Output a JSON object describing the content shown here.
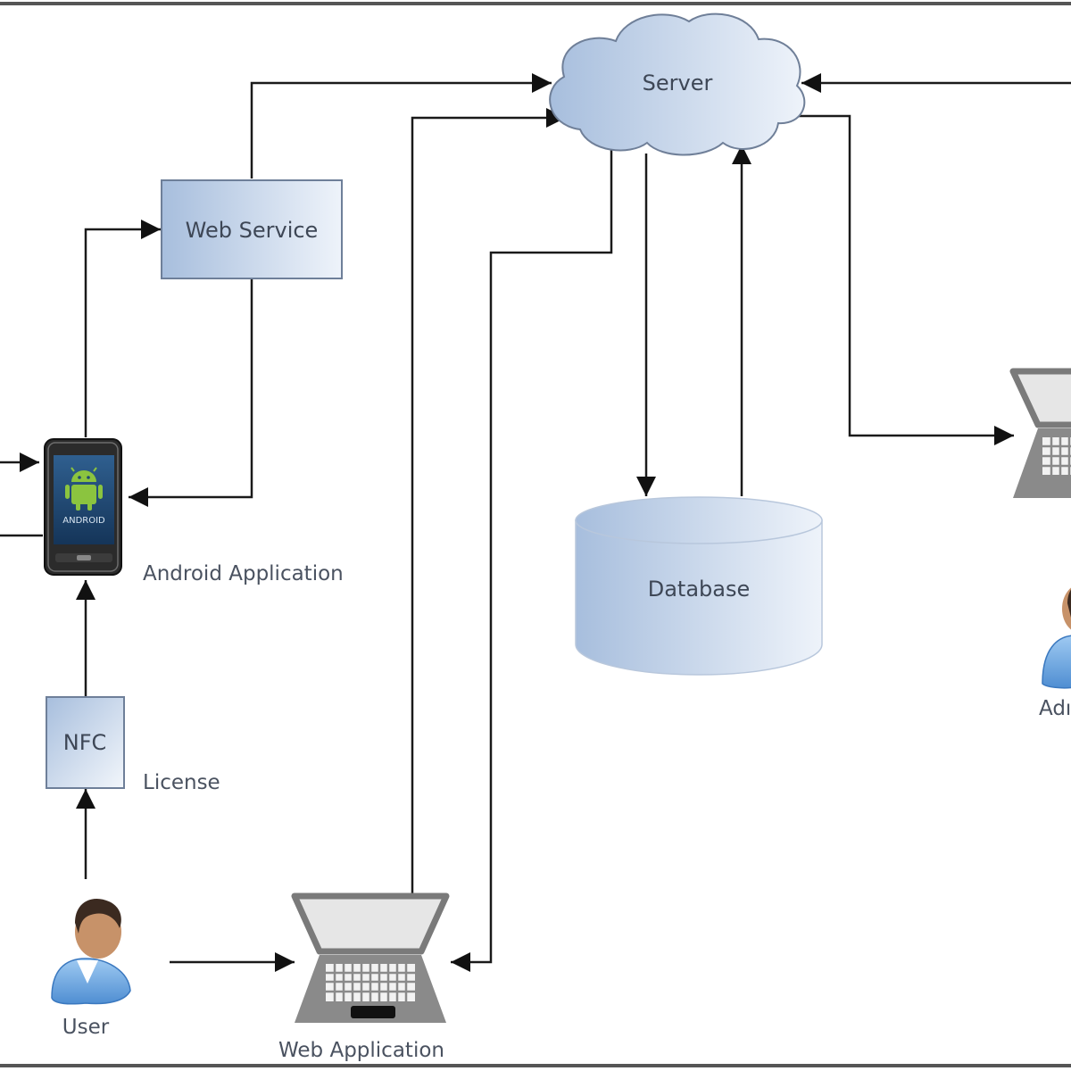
{
  "nodes": {
    "server": "Server",
    "web_service": "Web Service",
    "database": "Database",
    "nfc": "NFC"
  },
  "labels": {
    "android_app": "Android Application",
    "license": "License",
    "user": "User",
    "web_app": "Web Application",
    "admin": "Adı"
  },
  "device_text": {
    "android_logo": "ANDROID"
  },
  "colors": {
    "node_fill_left": "#a9bfdd",
    "node_fill_right": "#eef3fa",
    "stroke": "#6e7f99",
    "line": "#1a1a1a",
    "person_skin": "#c79269",
    "person_shirt": "#6fa9e3",
    "android_green": "#8bc43f"
  },
  "icons": [
    "server-cloud-icon",
    "database-cylinder-icon",
    "android-phone-icon",
    "laptop-icon",
    "user-person-icon",
    "admin-person-icon"
  ]
}
